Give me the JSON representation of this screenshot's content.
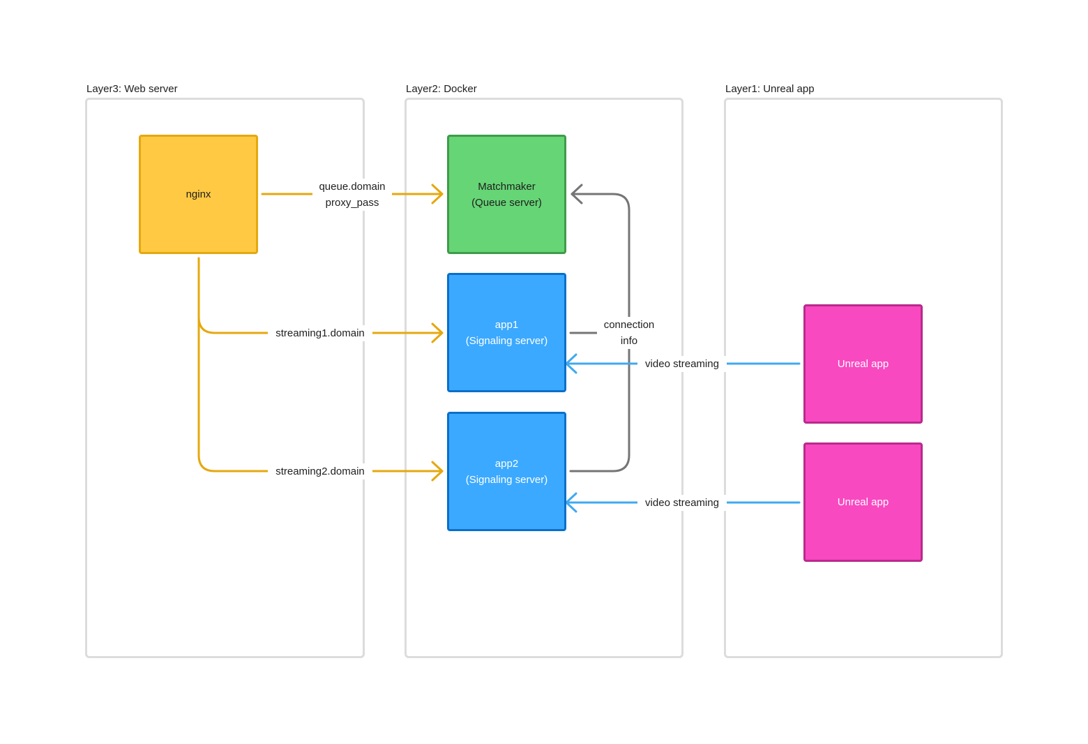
{
  "layers": {
    "web": {
      "title": "Layer3: Web server"
    },
    "docker": {
      "title": "Layer2: Docker"
    },
    "unreal": {
      "title": "Layer1: Unreal app"
    }
  },
  "nodes": {
    "nginx": {
      "label": "nginx"
    },
    "matchmaker": {
      "line1": "Matchmaker",
      "line2": "(Queue server)"
    },
    "app1": {
      "line1": "app1",
      "line2": "(Signaling server)"
    },
    "app2": {
      "line1": "app2",
      "line2": "(Signaling server)"
    },
    "unreal1": {
      "label": "Unreal app"
    },
    "unreal2": {
      "label": "Unreal app"
    }
  },
  "edges": {
    "queue": {
      "line1": "queue.domain",
      "line2": "proxy_pass"
    },
    "streaming1": {
      "label": "streaming1.domain"
    },
    "streaming2": {
      "label": "streaming2.domain"
    },
    "connection": {
      "line1": "connection",
      "line2": "info"
    },
    "video1": {
      "label": "video streaming"
    },
    "video2": {
      "label": "video streaming"
    }
  },
  "colors": {
    "orange_edge": "#e5a80e",
    "gray_edge": "#757575",
    "blue_edge": "#3fa9f0"
  }
}
